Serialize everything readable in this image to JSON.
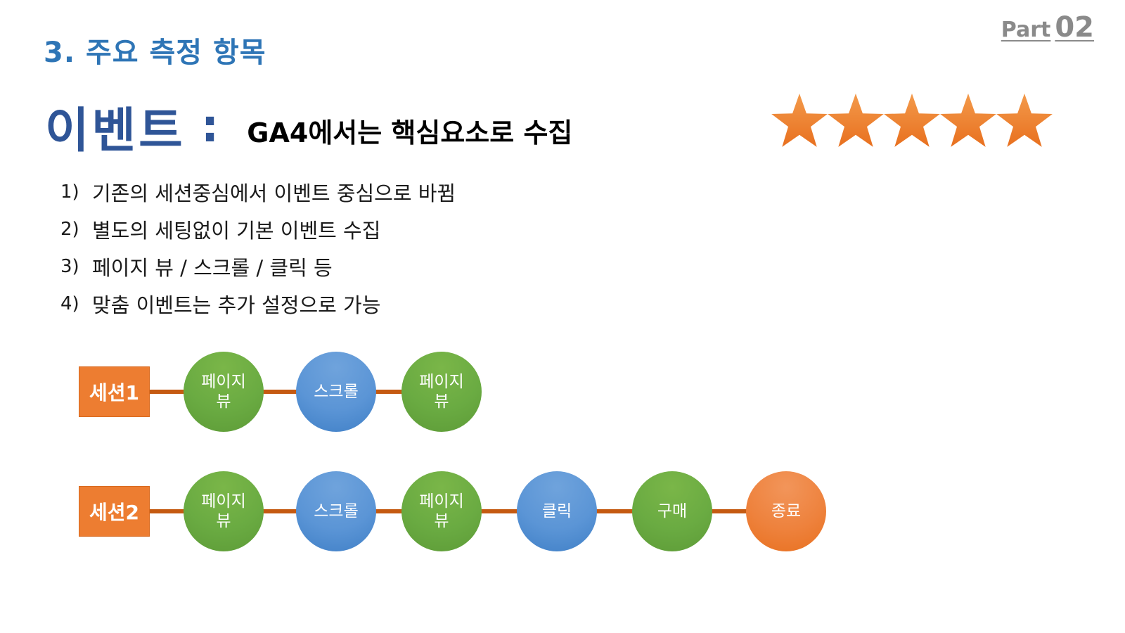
{
  "header": {
    "part_word": "Part",
    "part_number": "02",
    "section_title": "3. 주요 측정 항목"
  },
  "heading": {
    "main": "이벤트",
    "colon": ":",
    "sub": "GA4에서는 핵심요소로 수집"
  },
  "rating": {
    "stars": 5,
    "max": 5,
    "color": "#ed7d31"
  },
  "points": [
    {
      "num": "1)",
      "text": "기존의 세션중심에서 이벤트 중심으로 바뀜"
    },
    {
      "num": "2)",
      "text": "별도의 세팅없이 기본 이벤트 수집"
    },
    {
      "num": "3)",
      "text": "페이지 뷰 / 스크롤 / 클릭 등"
    },
    {
      "num": "4)",
      "text": "맞춤 이벤트는 추가 설정으로 가능"
    }
  ],
  "sessions": [
    {
      "label": "세션1",
      "nodes": [
        "페이지 뷰",
        "스크롤",
        "페이지 뷰"
      ]
    },
    {
      "label": "세션2",
      "nodes": [
        "페이지 뷰",
        "스크롤",
        "페이지 뷰",
        "클릭",
        "구매",
        "종료"
      ]
    }
  ],
  "colors": {
    "title_blue": "#2e75b6",
    "heading_blue": "#2f5597",
    "session_orange": "#ed7d31",
    "line_brown": "#c55a11",
    "node_green": "#70ad47",
    "node_blue": "#5b9bd5",
    "node_orange": "#ed7d31"
  }
}
